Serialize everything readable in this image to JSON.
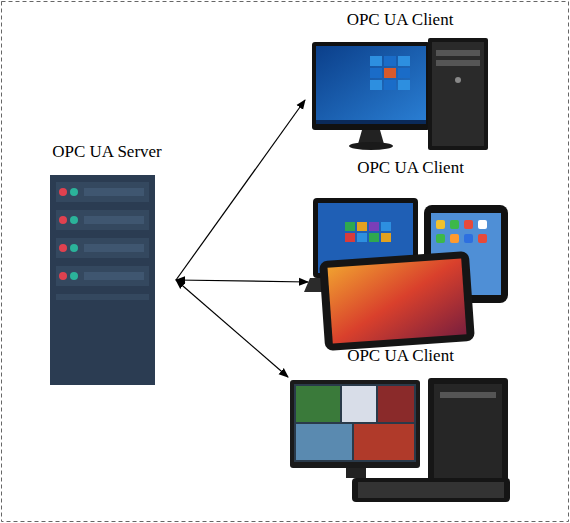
{
  "diagram": {
    "nodes": [
      {
        "text": [
          "OPC UA Server"
        ]
      },
      {
        "text": [
          "OPC UA Client"
        ]
      },
      {
        "text": [
          "OPC UA Client"
        ]
      },
      {
        "text": [
          "OPC UA Client"
        ]
      }
    ],
    "edges": [
      {
        "from": 0,
        "to": 1,
        "arrow": "to"
      },
      {
        "from": 0,
        "to": 2,
        "arrow": "both"
      },
      {
        "from": 0,
        "to": 3,
        "arrow": "both"
      }
    ]
  }
}
